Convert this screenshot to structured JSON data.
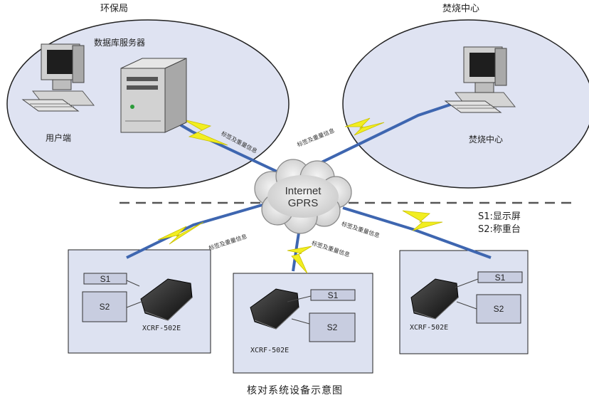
{
  "left_zone": {
    "title": "环保局",
    "server_label": "数据库服务器",
    "client_label": "用户端"
  },
  "right_zone": {
    "title": "焚烧中心",
    "center_label": "焚烧中心"
  },
  "link_labels": {
    "upper_left": "标签及重量信息",
    "upper_right": "标签及重量信息",
    "lower_left": "标签及重量信息",
    "lower_middle": "标签及重量信息",
    "lower_right": "标签及重量信息"
  },
  "cloud": {
    "line1": "Internet",
    "line2": "GPRS"
  },
  "legend": {
    "s1": "S1:显示屏",
    "s2": "S2:称重台"
  },
  "stations": {
    "left": {
      "s1": "S1",
      "s2": "S2",
      "model": "XCRF-502E"
    },
    "middle": {
      "s1": "S1",
      "s2": "S2",
      "model": "XCRF-502E"
    },
    "right": {
      "s1": "S1",
      "s2": "S2",
      "model": "XCRF-502E"
    }
  },
  "caption": "核对系统设备示意图",
  "colors": {
    "ellipse_fill": "#dfe3f2",
    "link_blue": "#3e66b0",
    "bolt_yellow": "#f2ee20",
    "box_fill": "#dde2f1",
    "dashed_line": "#555555"
  }
}
